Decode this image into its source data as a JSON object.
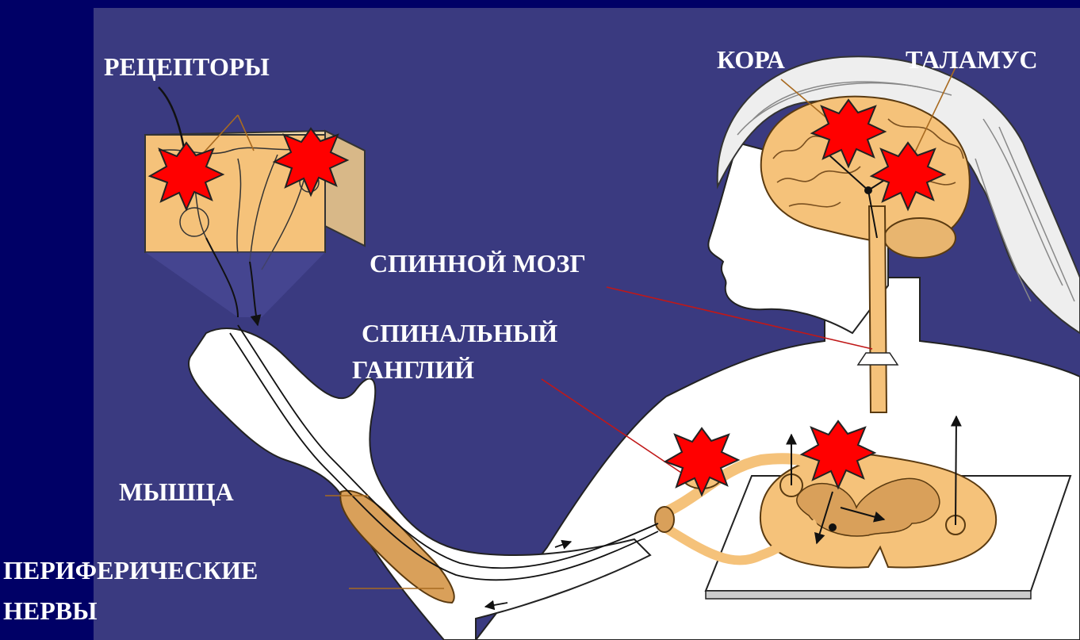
{
  "slide": {
    "colors": {
      "outer_background": "#000066",
      "panel_background": "#3a3a80",
      "label_color": "#ffffff",
      "tissue_color": "#f5c27a",
      "pointer_line_color": "#c01818",
      "burst_color": "#ff0000"
    },
    "labels": {
      "receptors": "РЕЦЕПТОРЫ",
      "cortex": "КОРА",
      "thalamus": "ТАЛАМУС",
      "spinal_cord": "СПИННОЙ МОЗГ",
      "spinal_ganglion_line1": "СПИНАЛЬНЫЙ",
      "spinal_ganglion_line2": "ГАНГЛИЙ",
      "muscle": "МЫШЦА",
      "peripheral_nerves_line1": "ПЕРИФЕРИЧЕСКИЕ",
      "peripheral_nerves_line2": "НЕРВЫ"
    },
    "icons": {
      "pain_marker": "red-starburst-icon",
      "arrow": "arrow-icon"
    }
  }
}
